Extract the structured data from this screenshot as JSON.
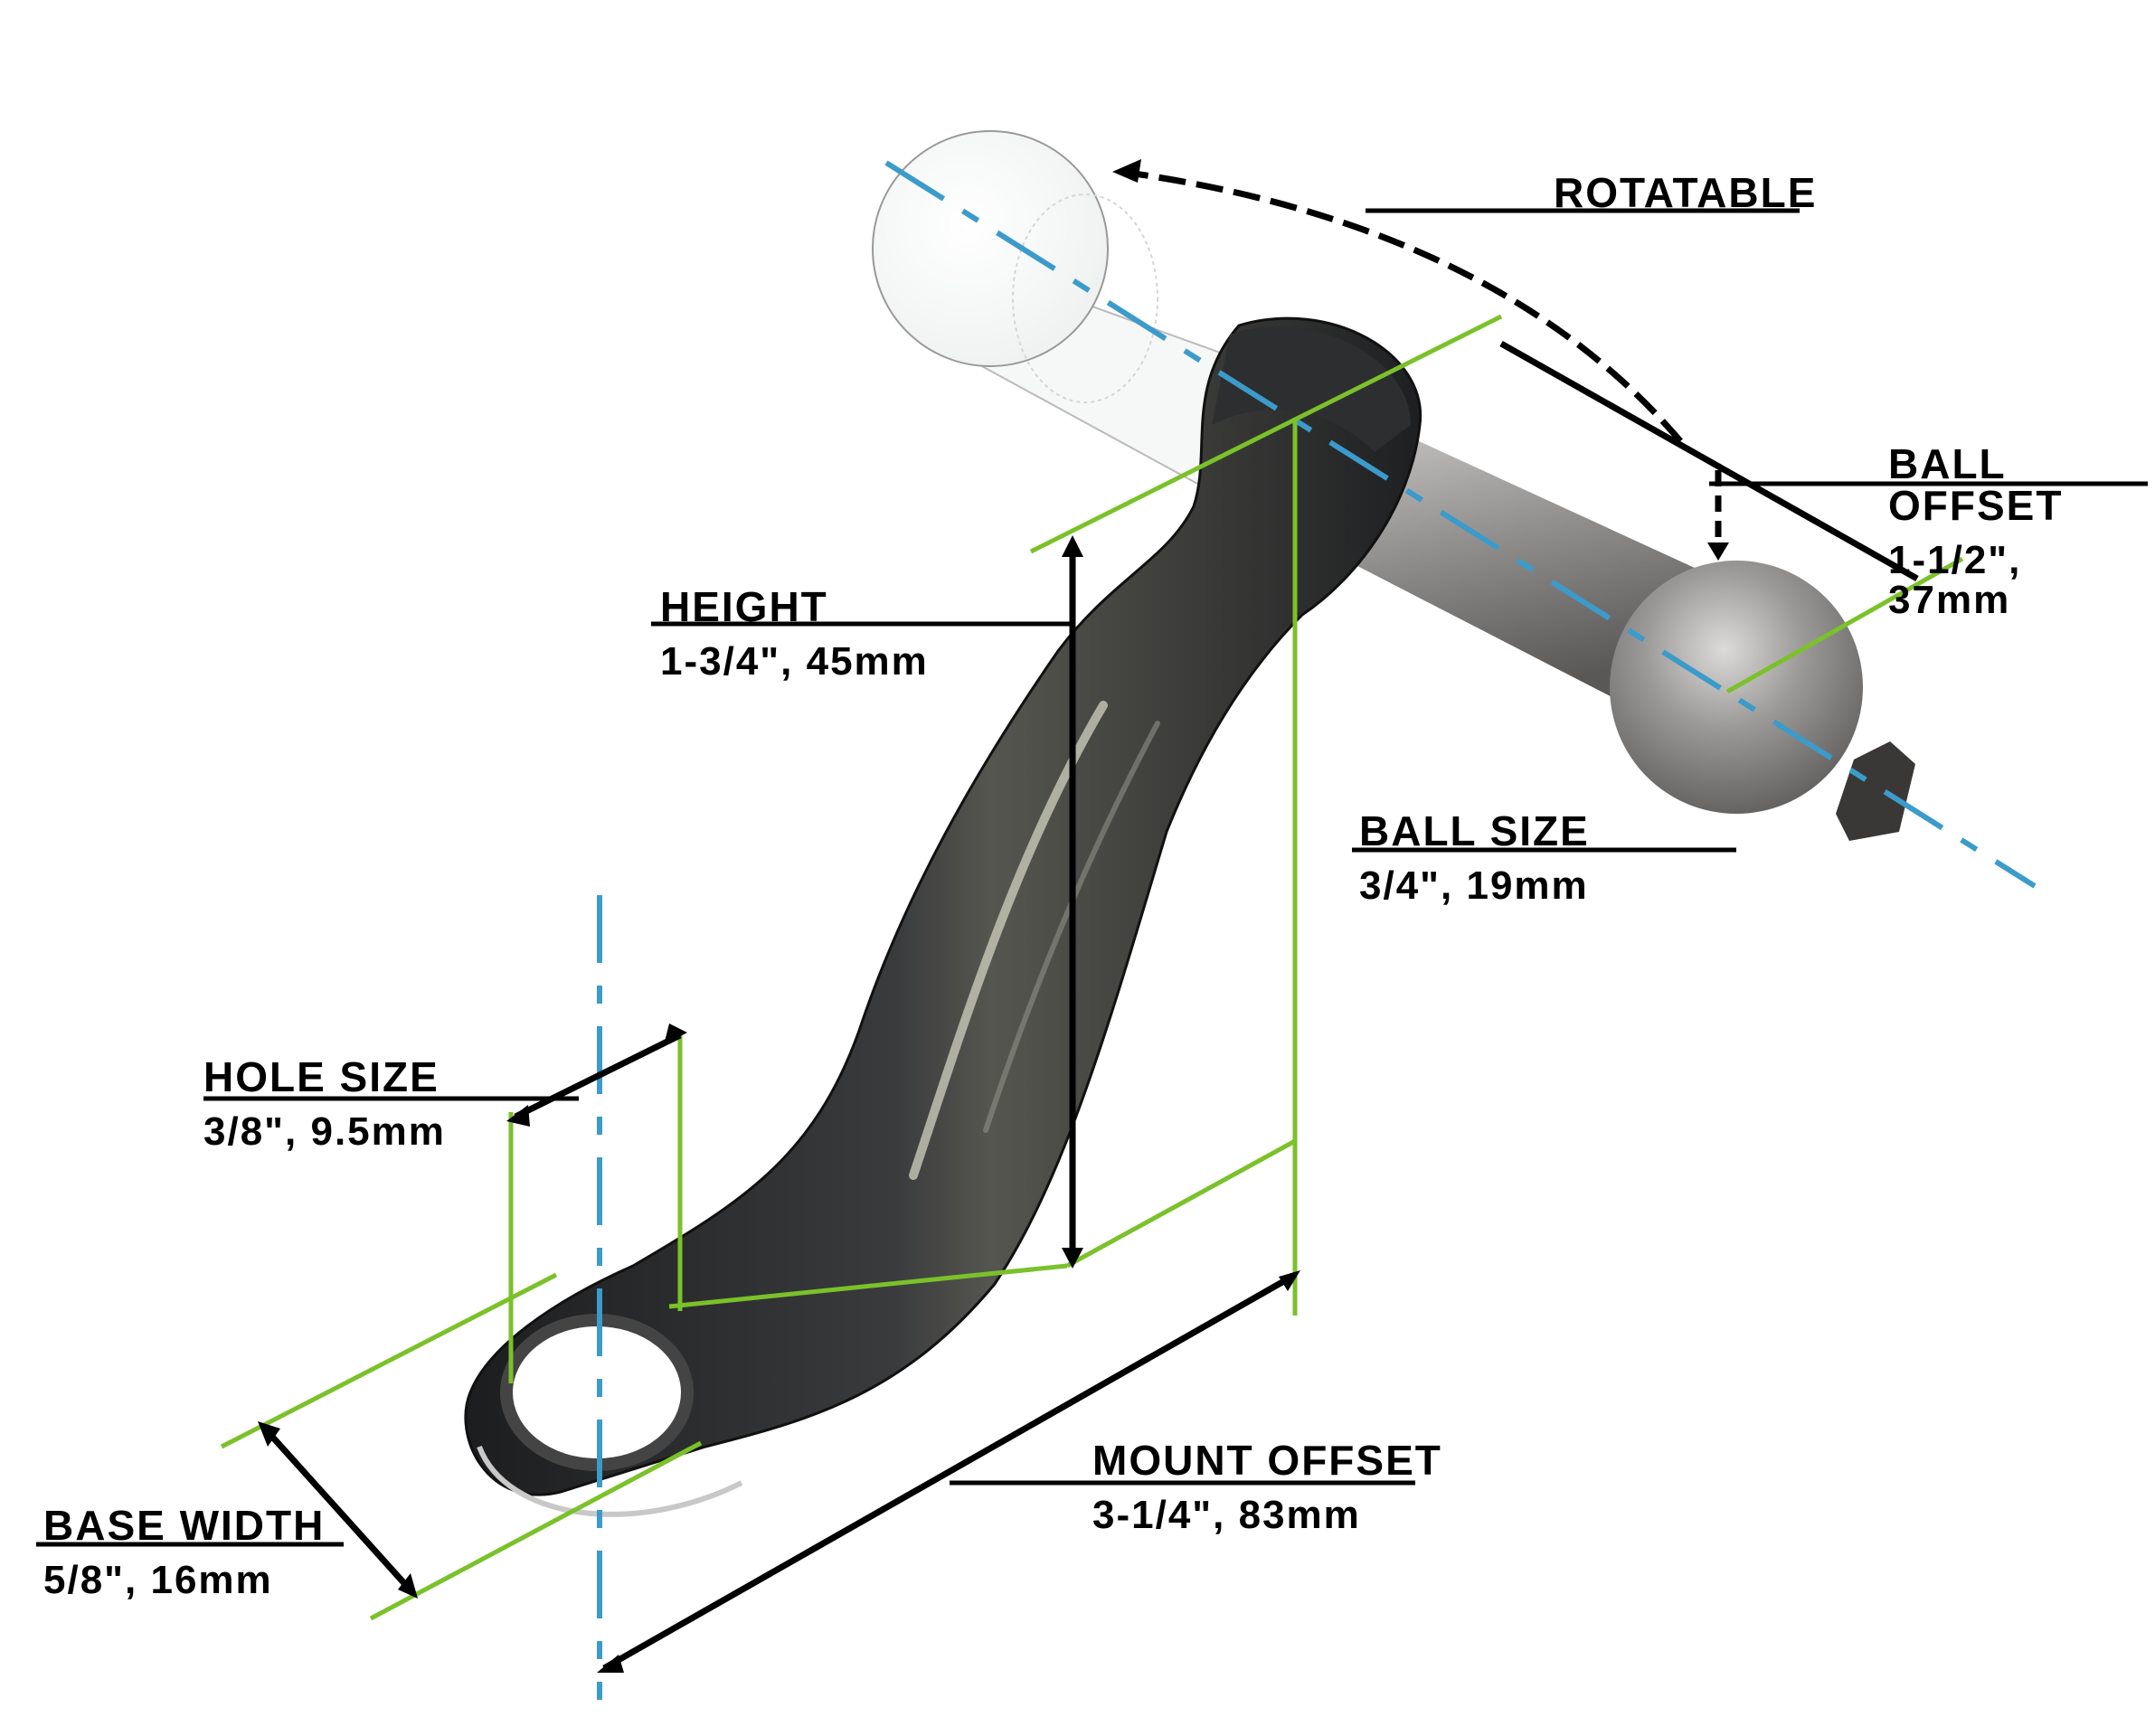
{
  "diagram": {
    "subject": "ball mount arm with rotatable ball and base eyelet",
    "colors": {
      "arm": "#2a2b2d",
      "ball": "#8e8c8b",
      "ghost_ball": "#f8f8f8",
      "centerline": "#3b9bcb",
      "extension_line": "#7bc12a",
      "dimension_line": "#000000",
      "background": "#ffffff"
    }
  },
  "labels": {
    "rotatable": {
      "title": "ROTATABLE"
    },
    "ball_offset": {
      "title": "BALL OFFSET",
      "value": "1-1/2\", 37mm"
    },
    "height": {
      "title": "HEIGHT",
      "value": "1-3/4\", 45mm"
    },
    "ball_size": {
      "title": "BALL SIZE",
      "value": "3/4\", 19mm"
    },
    "hole_size": {
      "title": "HOLE SIZE",
      "value": "3/8\", 9.5mm"
    },
    "base_width": {
      "title": "BASE WIDTH",
      "value": "5/8\", 16mm"
    },
    "mount_offset": {
      "title": "MOUNT OFFSET",
      "value": "3-1/4\", 83mm"
    }
  }
}
